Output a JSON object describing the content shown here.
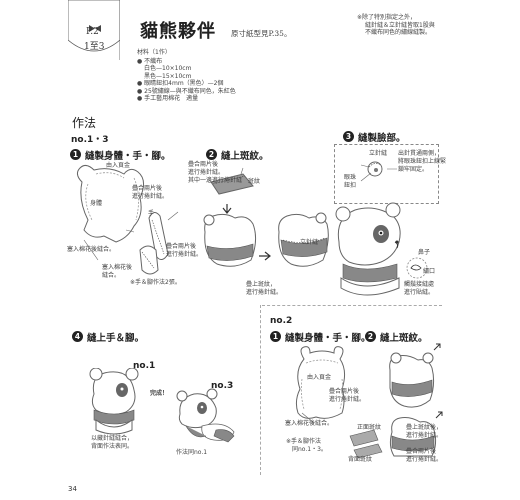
{
  "header": {
    "page_code": "P.2",
    "page_range": "1至3",
    "title": "貓熊夥伴",
    "pattern_ref": "原寸紙型見P.35。",
    "note_lines": [
      "※除了特別指定之外，",
      "縫針縫＆立針縫皆取1股與",
      "不織布同色的繡線縫製。"
    ]
  },
  "materials": {
    "heading": "材料（1作）",
    "items": [
      {
        "bullet": true,
        "text": "不織布"
      },
      {
        "bullet": false,
        "text": "白色—10×10cm"
      },
      {
        "bullet": false,
        "text": "黑色—15×10cm"
      },
      {
        "bullet": true,
        "text": "眼睛鈕扣4mm（黑色）—2個"
      },
      {
        "bullet": true,
        "text": "25號繡線—與不織布同色，朱紅色"
      },
      {
        "bullet": true,
        "text": "手工藝用棉花　適量"
      }
    ]
  },
  "section_title": "作法",
  "no13": {
    "label": "no.1・3",
    "step1": {
      "num": "1",
      "title": "縫製身體・手・腳。",
      "callouts": [
        "由入頁金",
        "疊合兩片後",
        "進行捲針縫。",
        "身體",
        "手",
        "塞入棉花後縫合。",
        "塞入棉花後",
        "縫合。",
        "※手＆腳作法2張。",
        "疊合兩片後",
        "進行捲針縫。"
      ]
    },
    "step2": {
      "num": "2",
      "title": "縫上斑紋。",
      "callouts": [
        "疊合兩片後",
        "進行捲針縫。",
        "其中一邊進行捲針縫",
        "斑紋",
        "立針縫",
        "疊上斑紋，",
        "進行捲針縫。"
      ]
    },
    "step3": {
      "num": "3",
      "title": "縫製臉部。",
      "callouts": [
        "立針縫",
        "出針貫通兩側，",
        "將眼珠鈕扣上線緊",
        "鎖牢固定。",
        "眼珠",
        "鈕扣",
        "鼻子",
        "繡口",
        "觸鬚接縫處",
        "進行貼縫。"
      ]
    },
    "step4": {
      "num": "4",
      "title": "縫上手＆腳。",
      "labels": [
        "no.1",
        "no.3"
      ],
      "callouts": [
        "完成！",
        "以藏針縫縫合，",
        "背面作法表同。",
        "作法同no.1"
      ]
    }
  },
  "no2": {
    "label": "no.2",
    "step1": {
      "num": "1",
      "title": "縫製身體・手・腳。",
      "callouts": [
        "由入頁金",
        "疊合兩片後",
        "進行捲針縫。",
        "塞入棉花後縫合。",
        "※手＆腳作法",
        "同no.1・3。"
      ]
    },
    "step2": {
      "num": "2",
      "title": "縫上斑紋。",
      "callouts": [
        "正面斑紋",
        "背面斑紋",
        "疊上斑紋後，",
        "進行捲針縫。",
        "疊合兩片後",
        "進行捲針縫。"
      ]
    }
  },
  "page_number": "34"
}
